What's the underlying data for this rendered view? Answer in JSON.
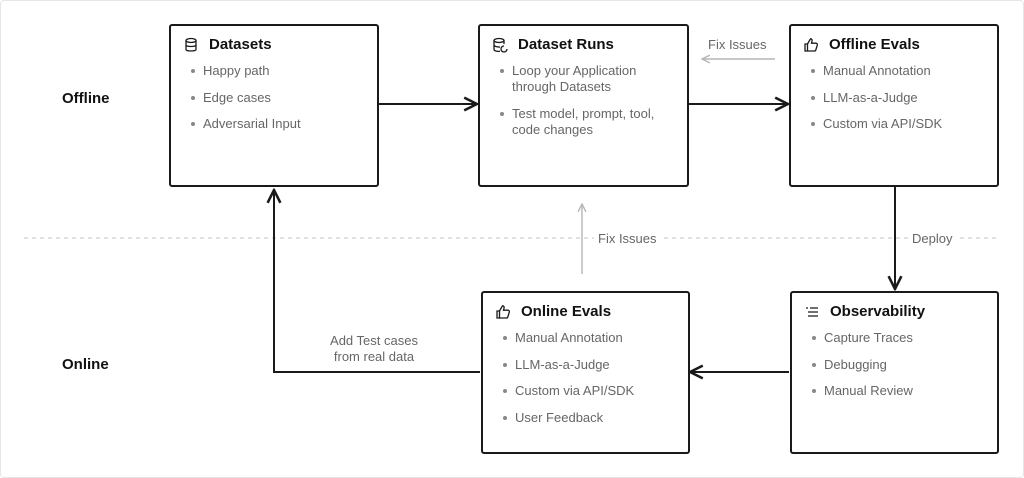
{
  "rows": {
    "offline": "Offline",
    "online": "Online"
  },
  "boxes": {
    "datasets": {
      "title": "Datasets",
      "icon": "database-icon",
      "items": [
        "Happy path",
        "Edge cases",
        "Adversarial Input"
      ]
    },
    "dataset_runs": {
      "title": "Dataset Runs",
      "icon": "database-refresh-icon",
      "items": [
        "Loop your Application through Datasets",
        "Test model, prompt, tool, code changes"
      ]
    },
    "offline_evals": {
      "title": "Offline Evals",
      "icon": "thumbs-up-icon",
      "items": [
        "Manual Annotation",
        "LLM-as-a-Judge",
        "Custom via API/SDK"
      ]
    },
    "online_evals": {
      "title": "Online Evals",
      "icon": "thumbs-up-icon",
      "items": [
        "Manual Annotation",
        "LLM-as-a-Judge",
        "Custom via API/SDK",
        "User Feedback"
      ]
    },
    "observability": {
      "title": "Observability",
      "icon": "list-icon",
      "items": [
        "Capture Traces",
        "Debugging",
        "Manual Review"
      ]
    }
  },
  "edges": {
    "fix_issues_top": "Fix Issues",
    "fix_issues_mid": "Fix Issues",
    "deploy": "Deploy",
    "add_test_cases": "Add Test cases from real data"
  },
  "colors": {
    "line": "#1a1a1a",
    "muted_arrow": "#b5b5b5",
    "divider": "#cfcfcf",
    "text_muted": "#666666"
  }
}
